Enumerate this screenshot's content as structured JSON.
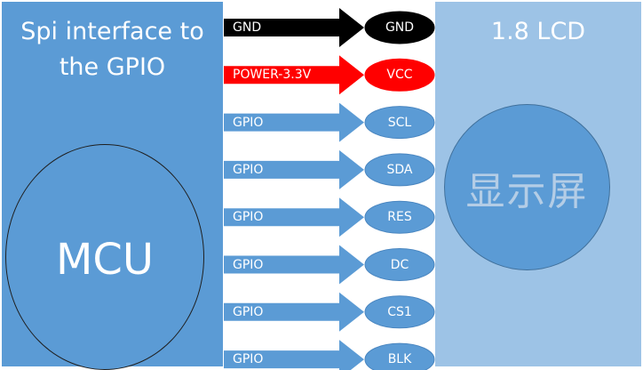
{
  "mcu": {
    "title_lines": [
      "Spi interface to",
      "the GPIO"
    ],
    "label": "MCU"
  },
  "lcd": {
    "title": "1.8 LCD",
    "circle_label": "显示屏"
  },
  "colors": {
    "panel_blue": "#5b9bd5",
    "lcd_light_blue": "#9dc3e6",
    "gnd_black": "#000000",
    "power_red": "#ff0000",
    "gpio_blue": "#5b9bd5"
  },
  "connections": [
    {
      "signal": "GND",
      "pin": "GND",
      "color": "#000000"
    },
    {
      "signal": "POWER-3.3V",
      "pin": "VCC",
      "color": "#ff0000"
    },
    {
      "signal": "GPIO",
      "pin": "SCL",
      "color": "#5b9bd5"
    },
    {
      "signal": "GPIO",
      "pin": "SDA",
      "color": "#5b9bd5"
    },
    {
      "signal": "GPIO",
      "pin": "RES",
      "color": "#5b9bd5"
    },
    {
      "signal": "GPIO",
      "pin": "DC",
      "color": "#5b9bd5"
    },
    {
      "signal": "GPIO",
      "pin": "CS1",
      "color": "#5b9bd5"
    },
    {
      "signal": "GPIO",
      "pin": "BLK",
      "color": "#5b9bd5"
    }
  ]
}
